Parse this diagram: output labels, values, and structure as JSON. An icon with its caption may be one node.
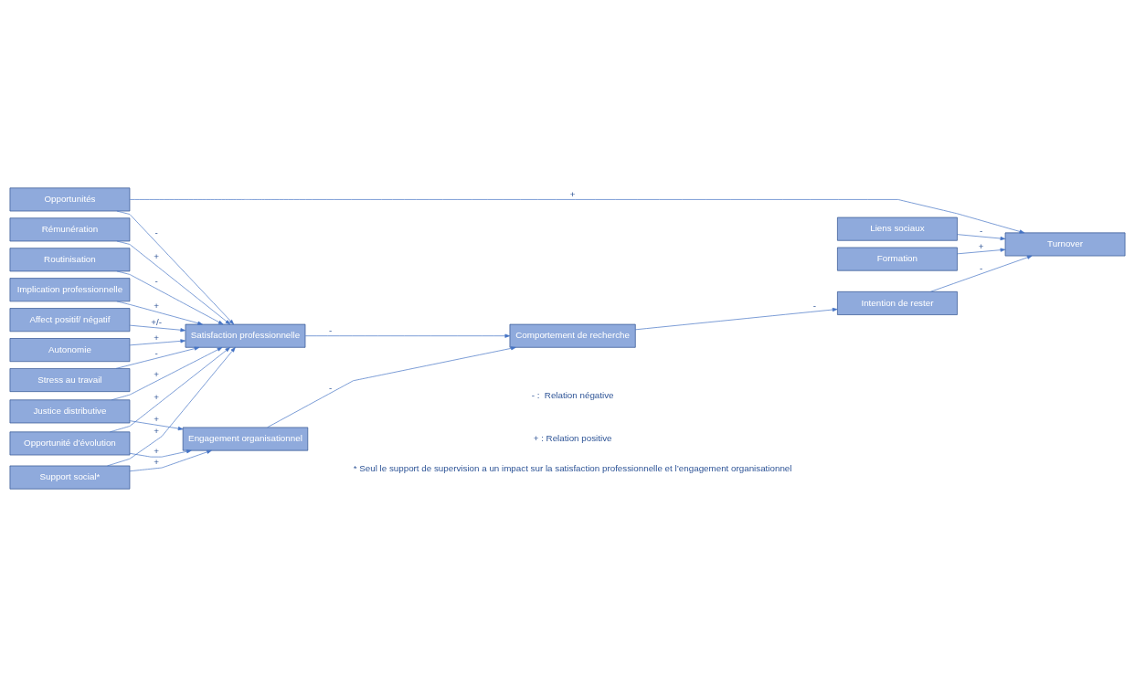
{
  "diagram": {
    "nodes": [
      {
        "text": [
          "Opportunités"
        ]
      },
      {
        "text": [
          "Liens sociaux"
        ]
      },
      {
        "text": [
          "Formation"
        ]
      },
      {
        "text": [
          "Implication professionnelle"
        ]
      },
      {
        "text": [
          "Affect positif/ négatif"
        ]
      },
      {
        "text": [
          "Autonomie"
        ]
      },
      {
        "text": [
          "Justice distributive"
        ]
      },
      {
        "text": [
          "Stress au travail"
        ]
      },
      {
        "text": [
          "Rémunération"
        ]
      },
      {
        "text": [
          "Opportunité d’évolution"
        ]
      },
      {
        "text": [
          "Routinisation"
        ]
      },
      {
        "text": [
          "Support social*"
        ]
      },
      {
        "text": [
          "Satisfaction professionnelle"
        ]
      },
      {
        "text": [
          "Engagement organisationnel"
        ]
      },
      {
        "text": [
          "Comportement de recherche"
        ]
      },
      {
        "text": [
          "Intention de rester"
        ]
      },
      {
        "text": [
          "Turnover"
        ]
      }
    ],
    "edges": [
      {
        "from": 0,
        "to": 12,
        "arrow": "to",
        "label": "-"
      },
      {
        "from": 0,
        "to": 16,
        "arrow": "to",
        "label": "+"
      },
      {
        "from": 1,
        "to": 16,
        "arrow": "to",
        "label": "-"
      },
      {
        "from": 2,
        "to": 16,
        "arrow": "to",
        "label": "+"
      },
      {
        "from": 3,
        "to": 12,
        "arrow": "to",
        "label": "+"
      },
      {
        "from": 4,
        "to": 12,
        "arrow": "to",
        "label": "+/-"
      },
      {
        "from": 5,
        "to": 12,
        "arrow": "to",
        "label": "+"
      },
      {
        "from": 6,
        "to": 12,
        "arrow": "to",
        "label": "+"
      },
      {
        "from": 6,
        "to": 13,
        "arrow": "to",
        "label": "+"
      },
      {
        "from": 7,
        "to": 12,
        "arrow": "to",
        "label": "-"
      },
      {
        "from": 8,
        "to": 12,
        "arrow": "to",
        "label": "+"
      },
      {
        "from": 9,
        "to": 12,
        "arrow": "to",
        "label": "+"
      },
      {
        "from": 9,
        "to": 13,
        "arrow": "to",
        "label": "+"
      },
      {
        "from": 10,
        "to": 12,
        "arrow": "to",
        "label": "-"
      },
      {
        "from": 11,
        "to": 12,
        "arrow": "to",
        "label": "+"
      },
      {
        "from": 11,
        "to": 13,
        "arrow": "to",
        "label": "+"
      },
      {
        "from": 12,
        "to": 14,
        "arrow": "to",
        "label": "-"
      },
      {
        "from": 13,
        "to": 14,
        "arrow": "to",
        "label": "-"
      },
      {
        "from": 14,
        "to": 15,
        "arrow": "to",
        "label": "-"
      },
      {
        "from": 15,
        "to": 16,
        "arrow": "to",
        "label": "-"
      }
    ],
    "labels": [
      "+ : Relation positive",
      " - :  Relation négative",
      "* Seul le support de supervision a un impact sur la satisfaction professionnelle et l’engagement organisationnel"
    ]
  }
}
